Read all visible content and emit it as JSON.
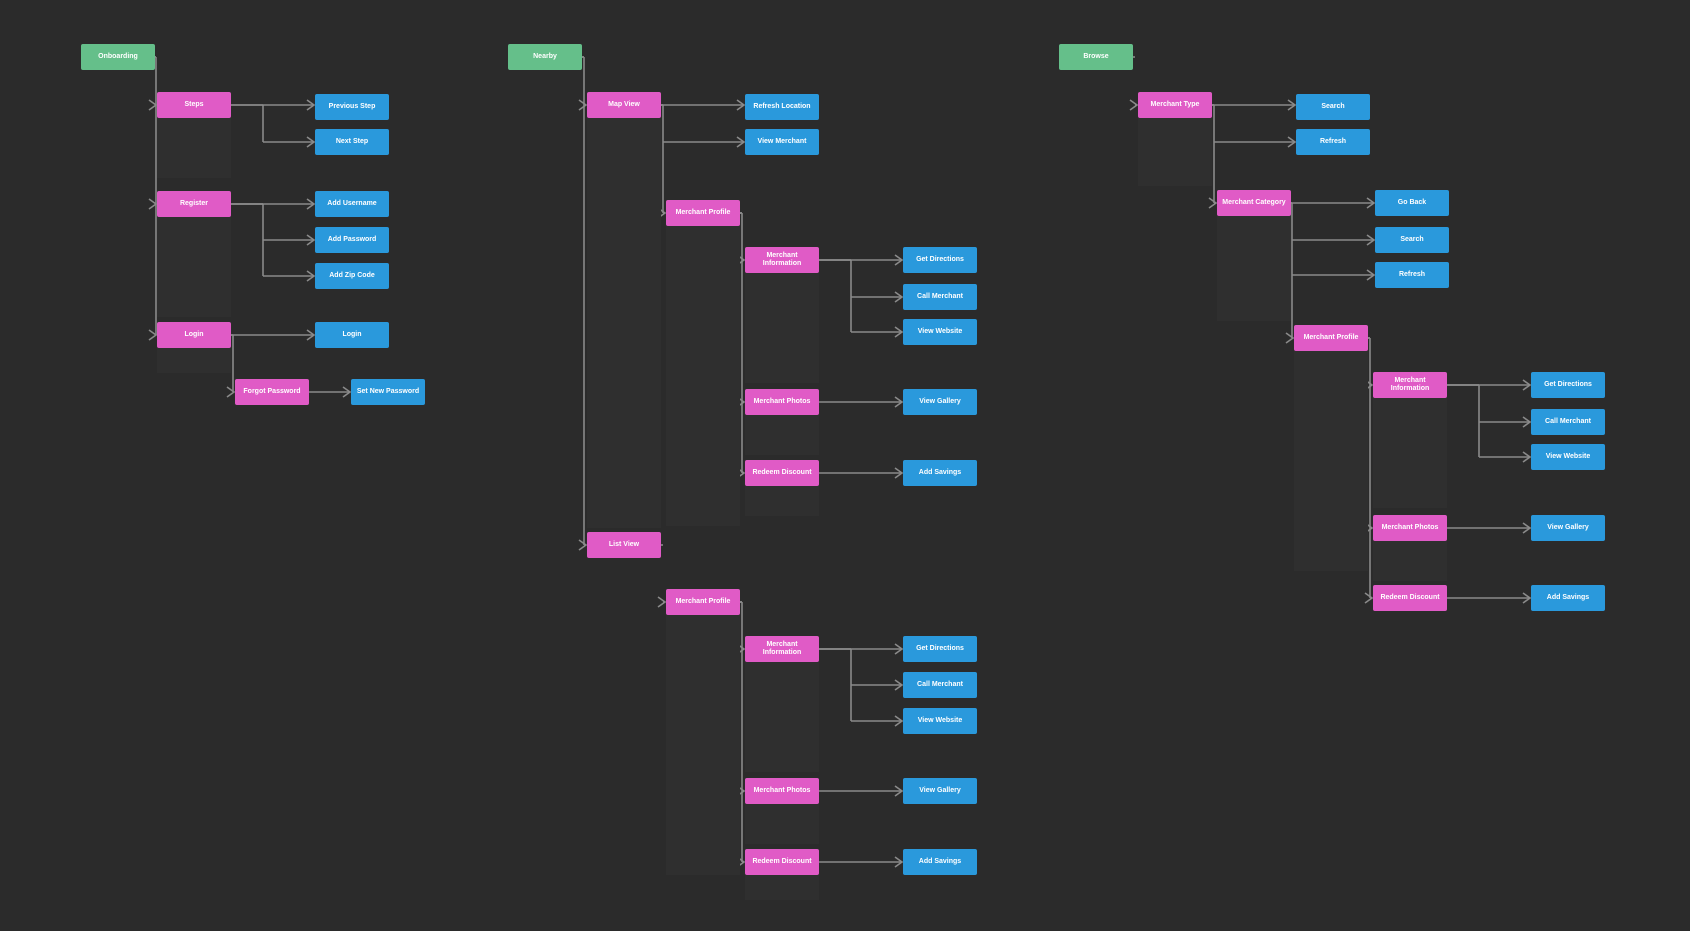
{
  "colors": {
    "background": "#2b2b2b",
    "connector": "#8a8a8a",
    "root": "#65bf8a",
    "screen": "#e05bc6",
    "action": "#2a99dc"
  },
  "nodes": {
    "onboarding": {
      "label": "Onboarding",
      "kind": "root"
    },
    "steps": {
      "label": "Steps",
      "kind": "screen"
    },
    "previous_step": {
      "label": "Previous Step",
      "kind": "action"
    },
    "next_step": {
      "label": "Next Step",
      "kind": "action"
    },
    "register": {
      "label": "Register",
      "kind": "screen"
    },
    "add_username": {
      "label": "Add Username",
      "kind": "action"
    },
    "add_password": {
      "label": "Add Password",
      "kind": "action"
    },
    "add_zip_code": {
      "label": "Add Zip Code",
      "kind": "action"
    },
    "login_screen": {
      "label": "Login",
      "kind": "screen"
    },
    "login_action": {
      "label": "Login",
      "kind": "action"
    },
    "forgot_password": {
      "label": "Forgot Password",
      "kind": "screen"
    },
    "set_new_password": {
      "label": "Set New Password",
      "kind": "action"
    },
    "nearby": {
      "label": "Nearby",
      "kind": "root"
    },
    "map_view": {
      "label": "Map View",
      "kind": "screen"
    },
    "refresh_location": {
      "label": "Refresh Location",
      "kind": "action"
    },
    "view_merchant": {
      "label": "View Merchant",
      "kind": "action"
    },
    "map_merchant_profile": {
      "label": "Merchant Profile",
      "kind": "screen"
    },
    "map_merchant_information": {
      "label": "Merchant Information",
      "kind": "screen"
    },
    "map_get_directions": {
      "label": "Get Directions",
      "kind": "action"
    },
    "map_call_merchant": {
      "label": "Call Merchant",
      "kind": "action"
    },
    "map_view_website": {
      "label": "View Website",
      "kind": "action"
    },
    "map_merchant_photos": {
      "label": "Merchant Photos",
      "kind": "screen"
    },
    "map_view_gallery": {
      "label": "View Gallery",
      "kind": "action"
    },
    "map_redeem_discount": {
      "label": "Redeem Discount",
      "kind": "screen"
    },
    "map_add_savings": {
      "label": "Add Savings",
      "kind": "action"
    },
    "list_view": {
      "label": "List View",
      "kind": "screen"
    },
    "list_merchant_profile": {
      "label": "Merchant Profile",
      "kind": "screen"
    },
    "list_merchant_information": {
      "label": "Merchant Information",
      "kind": "screen"
    },
    "list_get_directions": {
      "label": "Get Directions",
      "kind": "action"
    },
    "list_call_merchant": {
      "label": "Call Merchant",
      "kind": "action"
    },
    "list_view_website": {
      "label": "View Website",
      "kind": "action"
    },
    "list_merchant_photos": {
      "label": "Merchant Photos",
      "kind": "screen"
    },
    "list_view_gallery": {
      "label": "View Gallery",
      "kind": "action"
    },
    "list_redeem_discount": {
      "label": "Redeem Discount",
      "kind": "screen"
    },
    "list_add_savings": {
      "label": "Add Savings",
      "kind": "action"
    },
    "browse": {
      "label": "Browse",
      "kind": "root"
    },
    "merchant_type": {
      "label": "Merchant Type",
      "kind": "screen"
    },
    "type_search": {
      "label": "Search",
      "kind": "action"
    },
    "type_refresh": {
      "label": "Refresh",
      "kind": "action"
    },
    "merchant_category": {
      "label": "Merchant Category",
      "kind": "screen"
    },
    "go_back": {
      "label": "Go Back",
      "kind": "action"
    },
    "category_search": {
      "label": "Search",
      "kind": "action"
    },
    "category_refresh": {
      "label": "Refresh",
      "kind": "action"
    },
    "browse_merchant_profile": {
      "label": "Merchant Profile",
      "kind": "screen"
    },
    "browse_merchant_information": {
      "label": "Merchant Information",
      "kind": "screen"
    },
    "browse_get_directions": {
      "label": "Get Directions",
      "kind": "action"
    },
    "browse_call_merchant": {
      "label": "Call Merchant",
      "kind": "action"
    },
    "browse_view_website": {
      "label": "View Website",
      "kind": "action"
    },
    "browse_merchant_photos": {
      "label": "Merchant Photos",
      "kind": "screen"
    },
    "browse_view_gallery": {
      "label": "View Gallery",
      "kind": "action"
    },
    "browse_redeem_discount": {
      "label": "Redeem Discount",
      "kind": "screen"
    },
    "browse_add_savings": {
      "label": "Add Savings",
      "kind": "action"
    }
  },
  "edges": [
    [
      "onboarding",
      "steps"
    ],
    [
      "onboarding",
      "register"
    ],
    [
      "onboarding",
      "login_screen"
    ],
    [
      "steps",
      "previous_step"
    ],
    [
      "steps",
      "next_step"
    ],
    [
      "register",
      "add_username"
    ],
    [
      "register",
      "add_password"
    ],
    [
      "register",
      "add_zip_code"
    ],
    [
      "login_screen",
      "login_action"
    ],
    [
      "login_screen",
      "forgot_password"
    ],
    [
      "forgot_password",
      "set_new_password"
    ],
    [
      "nearby",
      "map_view"
    ],
    [
      "nearby",
      "list_view"
    ],
    [
      "map_view",
      "refresh_location"
    ],
    [
      "map_view",
      "view_merchant"
    ],
    [
      "map_view",
      "map_merchant_profile"
    ],
    [
      "map_merchant_profile",
      "map_merchant_information"
    ],
    [
      "map_merchant_profile",
      "map_merchant_photos"
    ],
    [
      "map_merchant_profile",
      "map_redeem_discount"
    ],
    [
      "map_merchant_information",
      "map_get_directions"
    ],
    [
      "map_merchant_information",
      "map_call_merchant"
    ],
    [
      "map_merchant_information",
      "map_view_website"
    ],
    [
      "map_merchant_photos",
      "map_view_gallery"
    ],
    [
      "map_redeem_discount",
      "map_add_savings"
    ],
    [
      "list_view",
      "list_merchant_profile"
    ],
    [
      "list_merchant_profile",
      "list_merchant_information"
    ],
    [
      "list_merchant_profile",
      "list_merchant_photos"
    ],
    [
      "list_merchant_profile",
      "list_redeem_discount"
    ],
    [
      "list_merchant_information",
      "list_get_directions"
    ],
    [
      "list_merchant_information",
      "list_call_merchant"
    ],
    [
      "list_merchant_information",
      "list_view_website"
    ],
    [
      "list_merchant_photos",
      "list_view_gallery"
    ],
    [
      "list_redeem_discount",
      "list_add_savings"
    ],
    [
      "browse",
      "merchant_type"
    ],
    [
      "merchant_type",
      "type_search"
    ],
    [
      "merchant_type",
      "type_refresh"
    ],
    [
      "merchant_type",
      "merchant_category"
    ],
    [
      "merchant_category",
      "go_back"
    ],
    [
      "merchant_category",
      "category_search"
    ],
    [
      "merchant_category",
      "category_refresh"
    ],
    [
      "merchant_category",
      "browse_merchant_profile"
    ],
    [
      "browse_merchant_profile",
      "browse_merchant_information"
    ],
    [
      "browse_merchant_profile",
      "browse_merchant_photos"
    ],
    [
      "browse_merchant_profile",
      "browse_redeem_discount"
    ],
    [
      "browse_merchant_information",
      "browse_get_directions"
    ],
    [
      "browse_merchant_information",
      "browse_call_merchant"
    ],
    [
      "browse_merchant_information",
      "browse_view_website"
    ],
    [
      "browse_merchant_photos",
      "browse_view_gallery"
    ],
    [
      "browse_redeem_discount",
      "browse_add_savings"
    ]
  ]
}
